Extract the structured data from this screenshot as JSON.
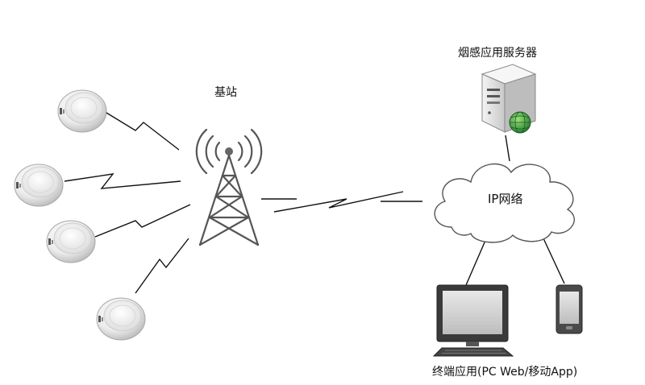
{
  "labels": {
    "base_station": "基站",
    "server": "烟感应用服务器",
    "cloud": "IP网络",
    "terminal": "终端应用(PC Web/移动App)"
  },
  "colors": {
    "line": "#111111",
    "device_body": "#eeeeee",
    "device_edge": "#9a9a9a",
    "server_body": "#dcdcdc",
    "globe": "#2e9a3c"
  },
  "icons": [
    "smoke-detector-icon",
    "base-station-tower-icon",
    "server-icon",
    "globe-icon",
    "cloud-icon",
    "desktop-computer-icon",
    "smartphone-icon"
  ]
}
